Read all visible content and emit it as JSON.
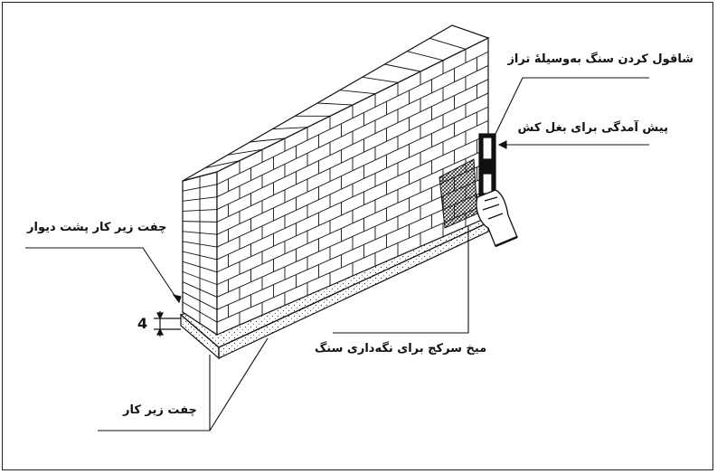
{
  "labels": {
    "plumb": "شاقول کردن سنگ به‌وسیلهٔ تراز",
    "offset": "پیش آمدگی برای بغل کش",
    "back_joint": "چفت زیر کار پشت دیوار",
    "dimension": "4",
    "pin": "میخ سرکج برای نگه‌داری سنگ",
    "base_joint": "چفت زیر کار"
  },
  "colors": {
    "line": "#111111",
    "paper": "#ffffff"
  },
  "icons": [
    "brick-wall-illustration",
    "spirit-level-icon",
    "hand-icon",
    "stone-slab-icon",
    "dimension-arrow-icon"
  ]
}
